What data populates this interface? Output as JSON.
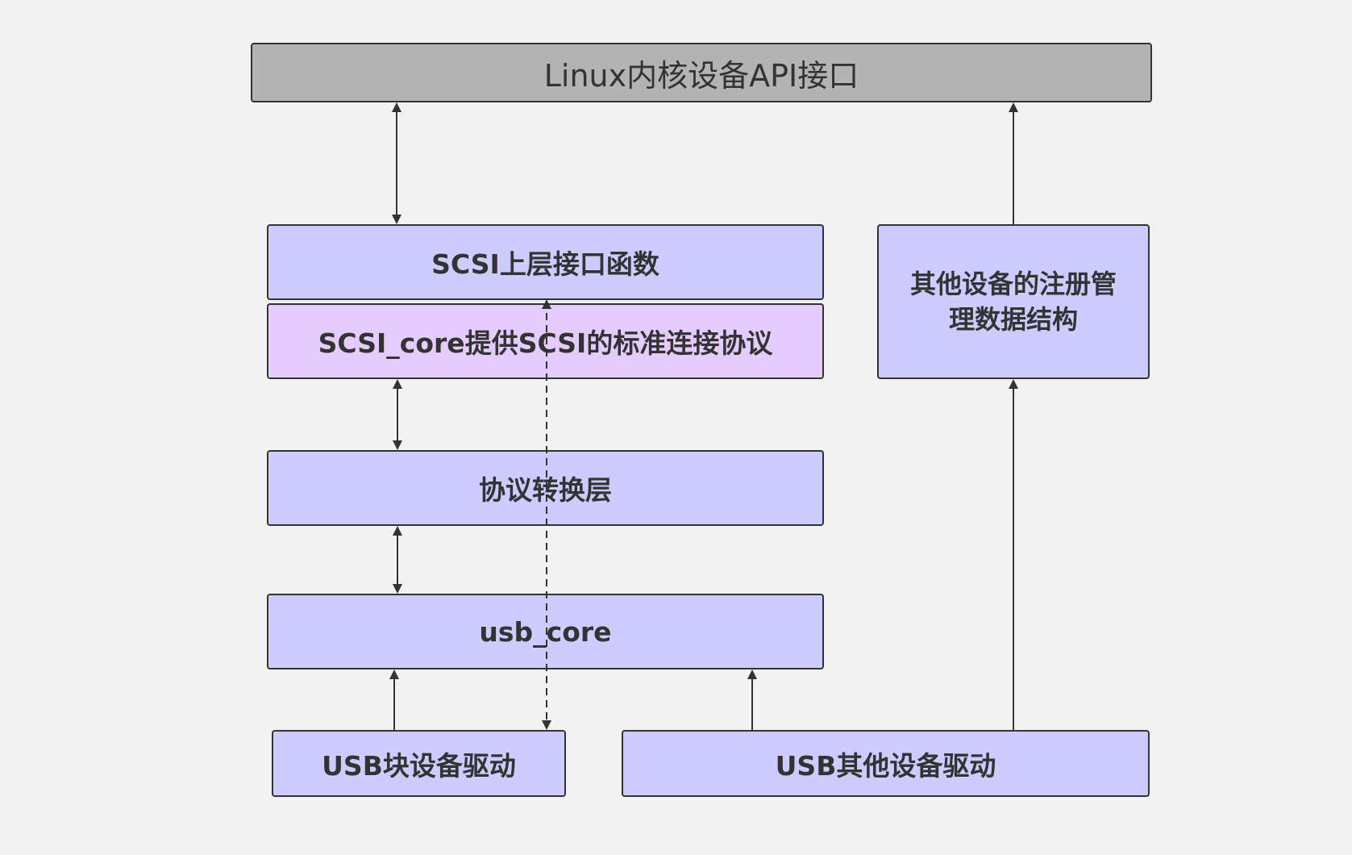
{
  "colors": {
    "background": "#f2f2f2",
    "api_box_fill": "#b3b3b3",
    "layer_fill": "#ccccff",
    "core_fill": "#e5ccff",
    "border": "#333333",
    "text": "#333333"
  },
  "boxes": {
    "linux_api": "Linux内核设备API接口",
    "scsi_upper": "SCSI上层接口函数",
    "scsi_core": "SCSI_core提供SCSI的标准连接协议",
    "protocol_conversion": "协议转换层",
    "usb_core": "usb_core",
    "usb_block_driver": "USB块设备驱动",
    "usb_other_driver": "USB其他设备驱动",
    "other_registry_line1": "其他设备的注册管",
    "other_registry_line2": "理数据结构"
  },
  "connections": [
    {
      "from": "scsi_upper",
      "to": "linux_api",
      "style": "solid",
      "direction": "both"
    },
    {
      "from": "scsi_core",
      "to": "protocol_conversion",
      "style": "solid",
      "direction": "both"
    },
    {
      "from": "protocol_conversion",
      "to": "usb_core",
      "style": "solid",
      "direction": "both"
    },
    {
      "from": "usb_block_driver",
      "to": "usb_core",
      "style": "solid",
      "direction": "forward"
    },
    {
      "from": "usb_other_driver",
      "to": "usb_core",
      "style": "solid",
      "direction": "forward"
    },
    {
      "from": "usb_other_driver",
      "to": "other_registry",
      "style": "solid",
      "direction": "forward"
    },
    {
      "from": "other_registry",
      "to": "linux_api",
      "style": "solid",
      "direction": "forward"
    },
    {
      "from": "usb_block_driver",
      "to": "scsi_upper",
      "style": "dashed",
      "direction": "both"
    }
  ]
}
